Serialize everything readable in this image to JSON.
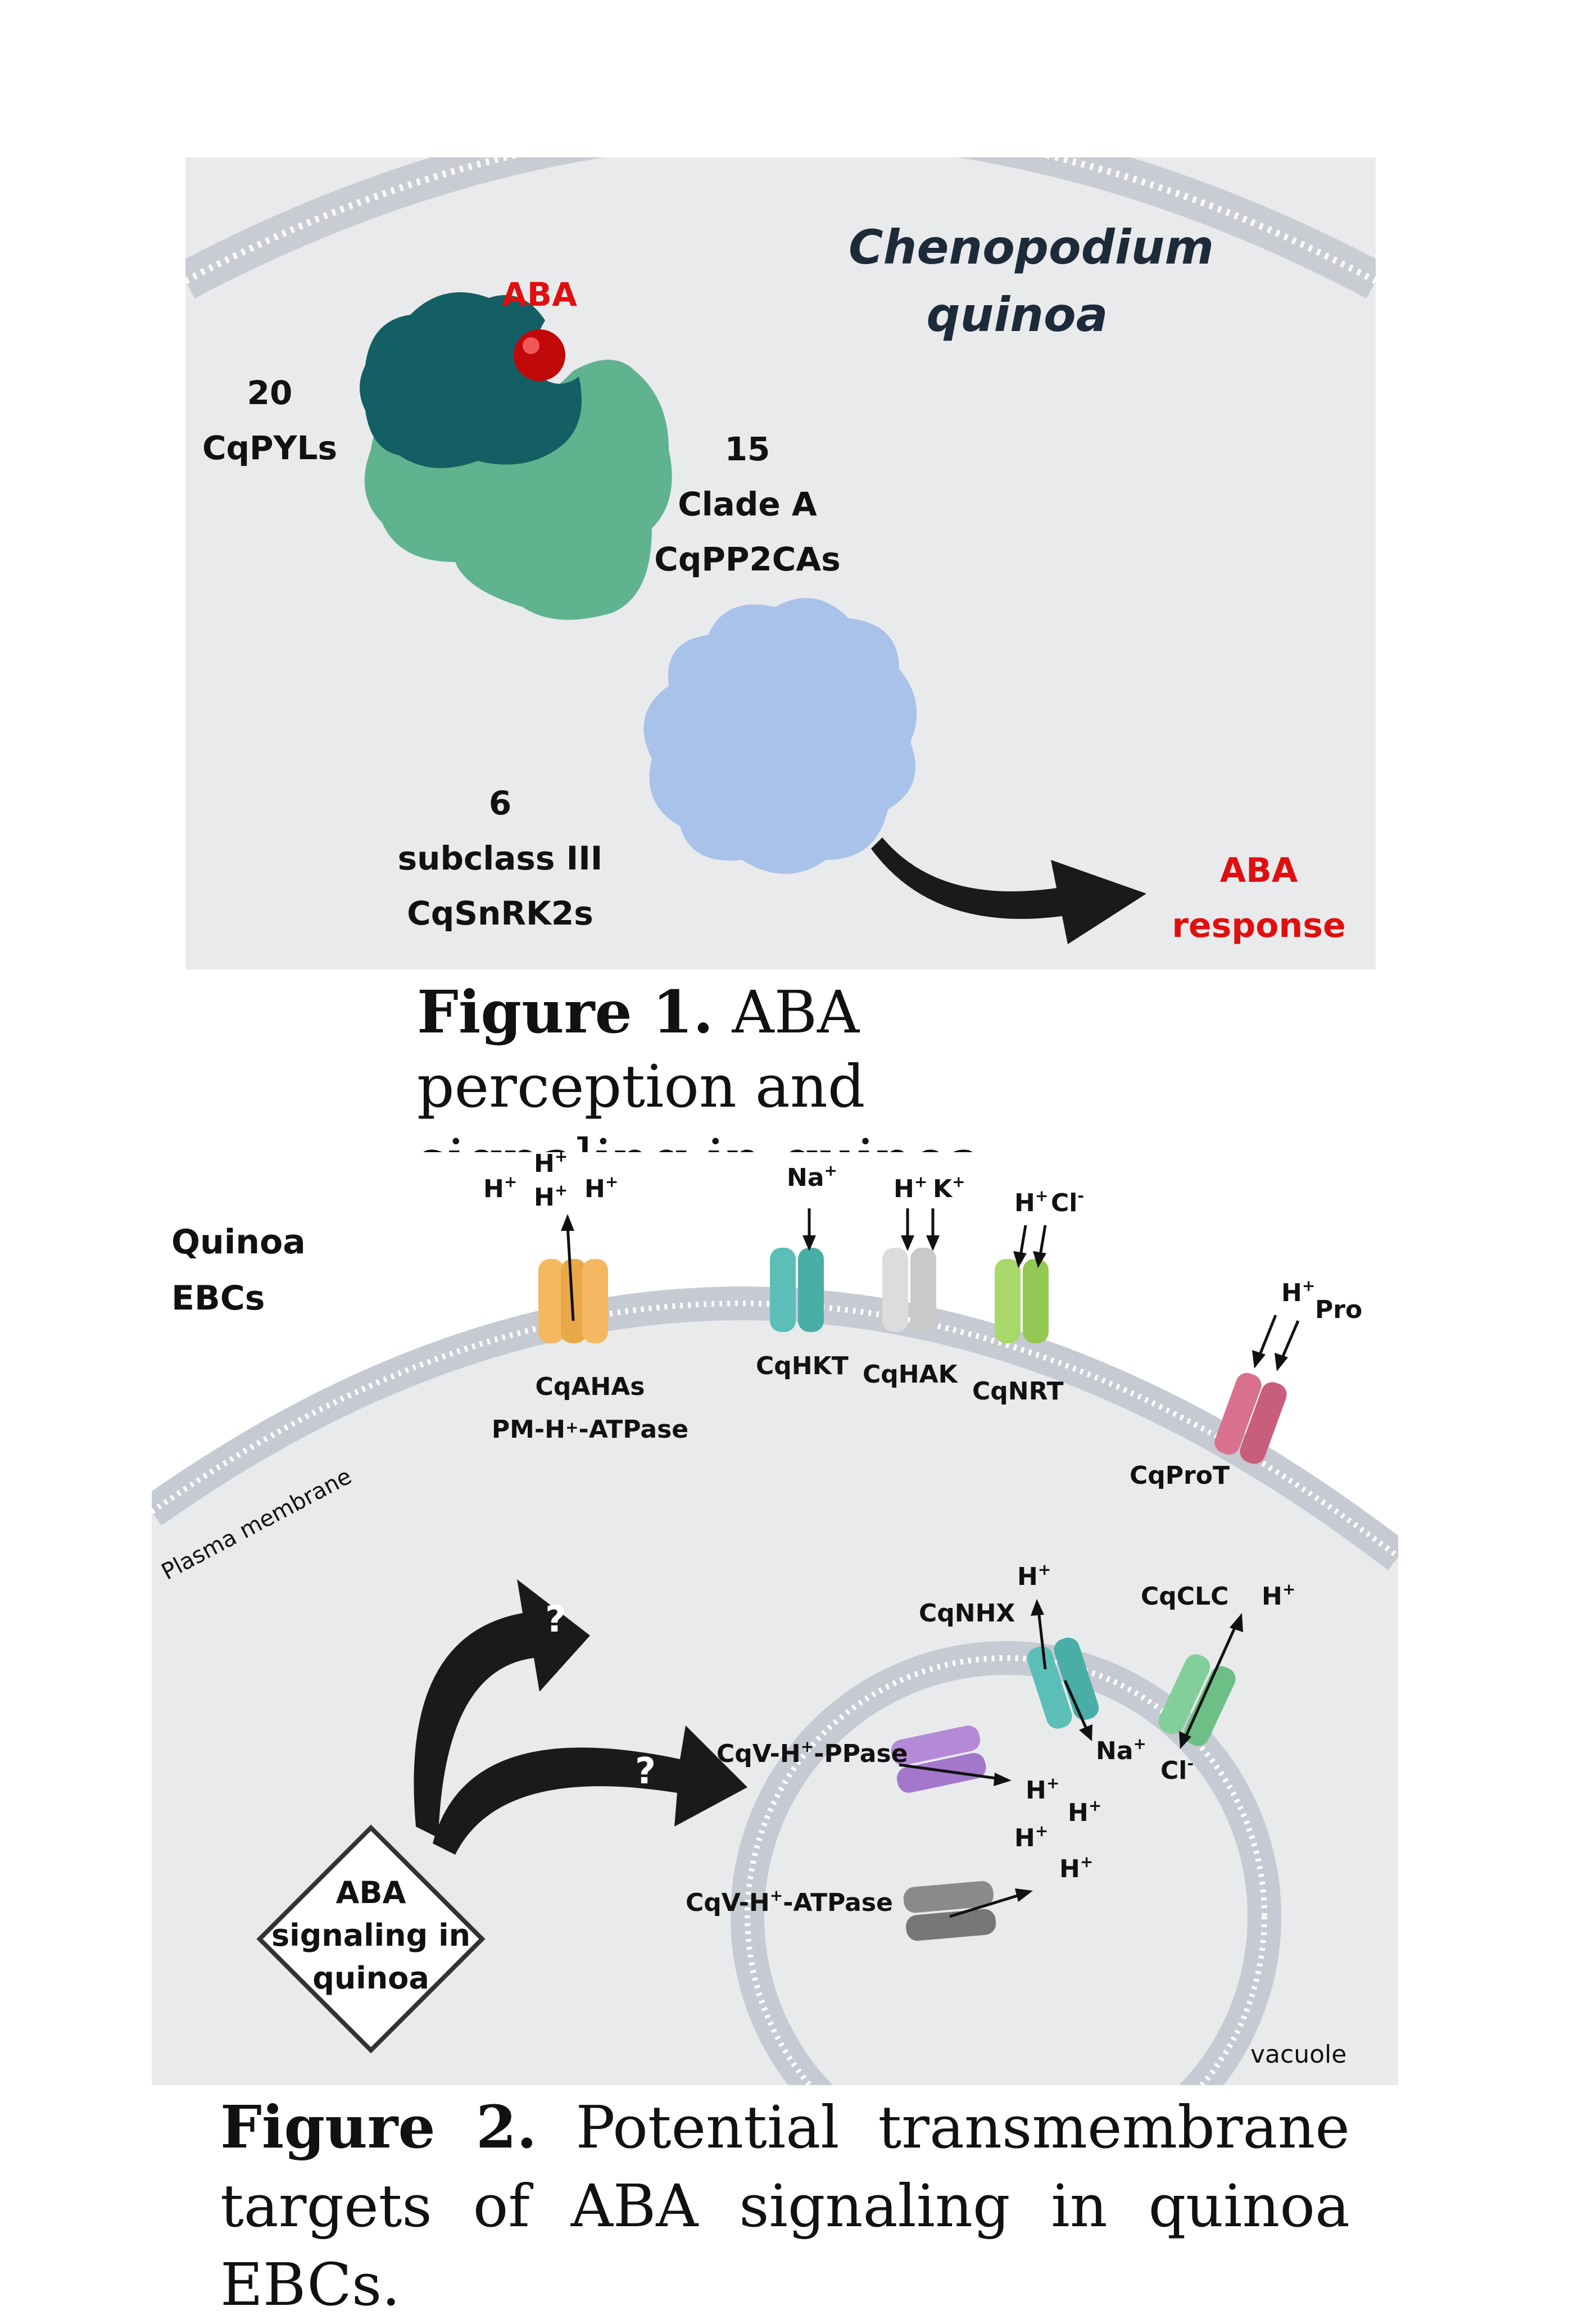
{
  "figure1": {
    "species_line1": "Chenopodium",
    "species_line2": "quinoa",
    "aba_label": "ABA",
    "pyl_count": "20",
    "pyl_name": "CqPYLs",
    "pp2c_count": "15",
    "pp2c_line2": "Clade A",
    "pp2c_line3": "CqPP2CAs",
    "snrk_count": "6",
    "snrk_line2": "subclass III",
    "snrk_line3": "CqSnRK2s",
    "response_line1": "ABA",
    "response_line2": "response",
    "caption_bold": "Figure 1.",
    "caption_text": " ABA perception and signaling in quinoa.",
    "colors": {
      "pyl": "#145f63",
      "pp2c": "#5fb38e",
      "snrk": "#a9c2ea",
      "aba": "#d10a0a",
      "arrow": "#1a1a1a"
    }
  },
  "figure2": {
    "cell_label_line1": "Quinoa",
    "cell_label_line2": "EBCs",
    "membrane_label": "Plasma membrane",
    "vacuole_label": "vacuole",
    "transporters": {
      "aha_line1": "CqAHAs",
      "aha_line2_a": "PM-H",
      "aha_line2_sup": "+",
      "aha_line2_b": "-ATPase",
      "hkt": "CqHKT",
      "hak": "CqHAK",
      "nrt": "CqNRT",
      "prot": "CqProT",
      "nhx": "CqNHX",
      "clc": "CqCLC",
      "vppase_a": "CqV-H",
      "vppase_sup": "+",
      "vppase_b": "-PPase",
      "vatpase_a": "CqV-H",
      "vatpase_sup": "+",
      "vatpase_b": "-ATPase"
    },
    "ions": {
      "h": "H",
      "plus": "+",
      "minus": "-",
      "na": "Na",
      "k": "K",
      "cl": "Cl",
      "pro": "Pro"
    },
    "signal_line1": "ABA",
    "signal_line2": "signaling in",
    "signal_line3": "quinoa",
    "question": "?",
    "caption_bold": "Figure 2.",
    "caption_text": " Potential transmembrane targets of ABA signaling in quinoa EBCs.",
    "colors": {
      "aha": "#f4b860",
      "hkt": "#5bbfb8",
      "hak": "#d9d9d9",
      "nrt": "#a8d86a",
      "prot": "#d9728e",
      "nhx": "#5bbfb8",
      "clc": "#82cf9a",
      "vppase": "#b48ad8",
      "vatpase": "#8a8a8a"
    }
  }
}
